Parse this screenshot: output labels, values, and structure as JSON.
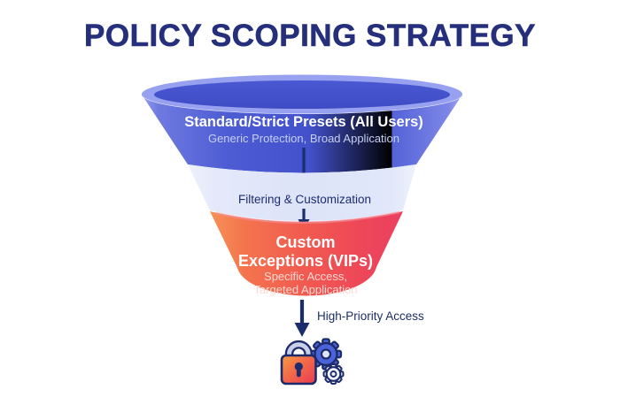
{
  "title": "POLICY SCOPING STRATEGY",
  "funnel": {
    "stages": [
      {
        "id": "standard-strict-presets",
        "heading": "Standard/Strict Presets (All Users)",
        "subheading": "Generic Protection, Broad Application",
        "color": "#4a59d1"
      },
      {
        "id": "filtering-customization",
        "label": "Filtering & Customization",
        "color": "#dde3f8"
      },
      {
        "id": "custom-exceptions",
        "heading_line1": "Custom",
        "heading_line2": "Exceptions (VIPs)",
        "sub_line1": "Specific Access,",
        "sub_line2": "Targeted Application",
        "color": "#f05a50"
      }
    ]
  },
  "outcome": {
    "label": "High-Priority Access",
    "icon": "padlock-gears-icon"
  },
  "colors": {
    "title_navy": "#252f7c",
    "arrow_navy": "#1c2d6e",
    "funnel_blue": "#4a59d1",
    "funnel_light_band": "#dde3f8",
    "funnel_red": "#f05a50",
    "lock_body_orange": "#f26a49",
    "gear_blue": "#4b63d8",
    "background": "#ffffff"
  }
}
